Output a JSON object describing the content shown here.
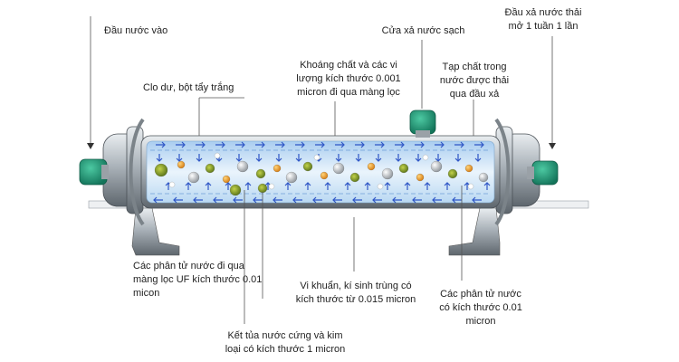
{
  "labels": {
    "inlet": "Đầu nước vào",
    "clean_flush": "Cửa xả nước sạch",
    "waste_outlet_1": "Đầu xả nước thải",
    "waste_outlet_2": "mở 1 tuần 1 lần",
    "chlorine": "Clo dư, bột tẩy trắng",
    "minerals_1": "Khoáng chất và các vi",
    "minerals_2": "lượng kích thước 0.001",
    "minerals_3": "micron đi qua màng lọc",
    "impurities_1": "Tạp chất trong",
    "impurities_2": "nước được thải",
    "impurities_3": "qua đầu xả",
    "water_molecules_uf_1": "Các phân tử nước đi qua",
    "water_molecules_uf_2": "màng lọc UF kích thước 0.01",
    "water_molecules_uf_3": "micon",
    "bacteria_1": "Vi khuẩn, kí sinh trùng có",
    "bacteria_2": "kích thước từ 0.015 micron",
    "water_molecules_1": "Các phân tử nước",
    "water_molecules_2": "có kích thước 0.01",
    "water_molecules_3": "micron",
    "precipitate_1": "Kết tủa nước cứng và kim",
    "precipitate_2": "loại có kích thước 1 micron"
  },
  "colors": {
    "cap_green": "#1d9a78",
    "steel": "#b9c0c6",
    "water": "#cfe6f7",
    "arrow": "#2f56c6"
  }
}
